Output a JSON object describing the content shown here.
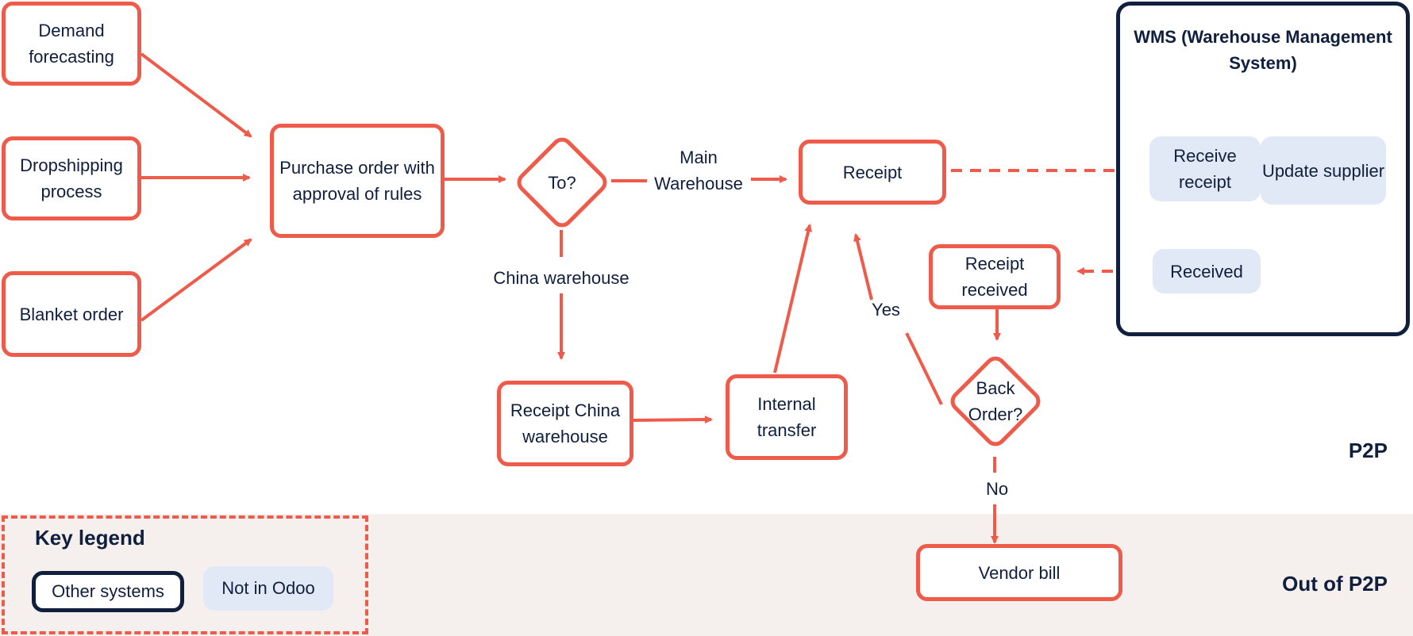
{
  "nodes": {
    "demand": "Demand forecasting",
    "dropship": "Dropshipping process",
    "blanket": "Blanket order",
    "po": "Purchase order with approval of rules",
    "to": "To?",
    "receipt": "Receipt",
    "china_receipt": "Receipt China warehouse",
    "internal": "Internal transfer",
    "receipt_received": "Receipt received",
    "back_order": "Back Order?",
    "vendor_bill": "Vendor bill"
  },
  "edge_labels": {
    "main_warehouse": "Main Warehouse",
    "china_warehouse": "China warehouse",
    "yes": "Yes",
    "no": "No"
  },
  "wms": {
    "title": "WMS (Warehouse Management System)",
    "receive_receipt": "Receive receipt",
    "update_supplier": "Update supplier",
    "received": "Received"
  },
  "zones": {
    "p2p": "P2P",
    "out_p2p": "Out of P2P"
  },
  "legend": {
    "title": "Key legend",
    "other_systems": "Other systems",
    "not_in_odoo": "Not in Odoo"
  },
  "colors": {
    "accent": "#ef5b4a",
    "navy": "#0f1f3d",
    "soft_blue": "#e2e9f6",
    "band": "#f5f0ee"
  }
}
